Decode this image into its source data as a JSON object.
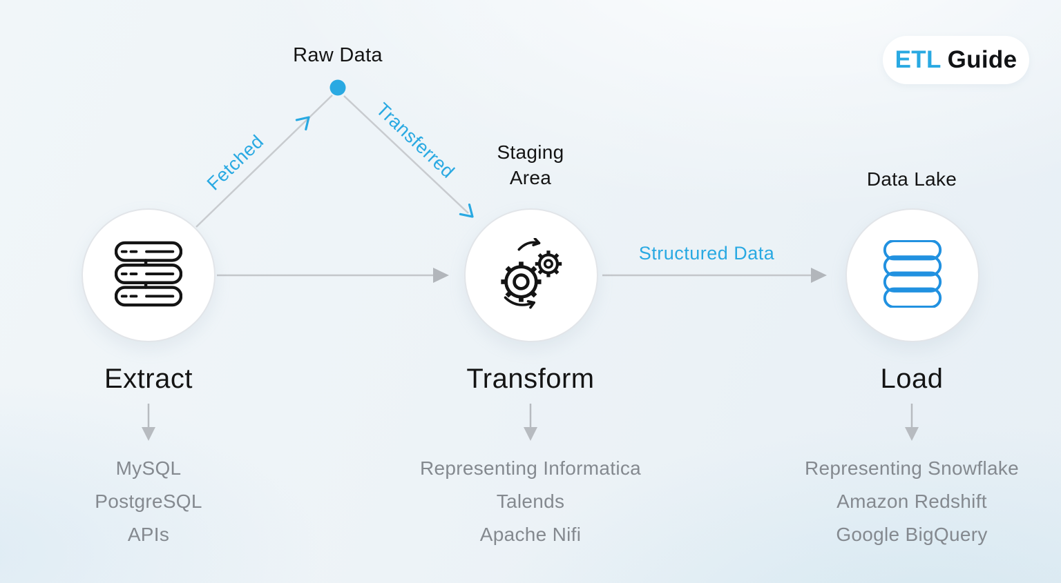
{
  "badge": {
    "etl": "ETL",
    "guide": "Guide"
  },
  "colors": {
    "accent_blue": "#29a9e2",
    "icon_blue": "#2191e0",
    "line_gray": "#c8cbcf",
    "arrow_gray": "#b2b6bb",
    "text_dark": "#141414",
    "text_gray": "#84898f"
  },
  "flow": {
    "raw_data": "Raw Data",
    "fetched": "Fetched",
    "transferred": "Transferred",
    "staging_line1": "Staging",
    "staging_line2": "Area",
    "structured_data": "Structured Data",
    "data_lake": "Data Lake"
  },
  "stages": [
    {
      "title": "Extract",
      "icon": "database-icon",
      "items": [
        "MySQL",
        "PostgreSQL",
        "APIs"
      ]
    },
    {
      "title": "Transform",
      "icon": "gears-icon",
      "items": [
        "Representing Informatica",
        "Talends",
        "Apache Nifi"
      ]
    },
    {
      "title": "Load",
      "icon": "data-lake-icon",
      "items": [
        "Representing Snowflake",
        "Amazon Redshift",
        "Google BigQuery"
      ]
    }
  ]
}
